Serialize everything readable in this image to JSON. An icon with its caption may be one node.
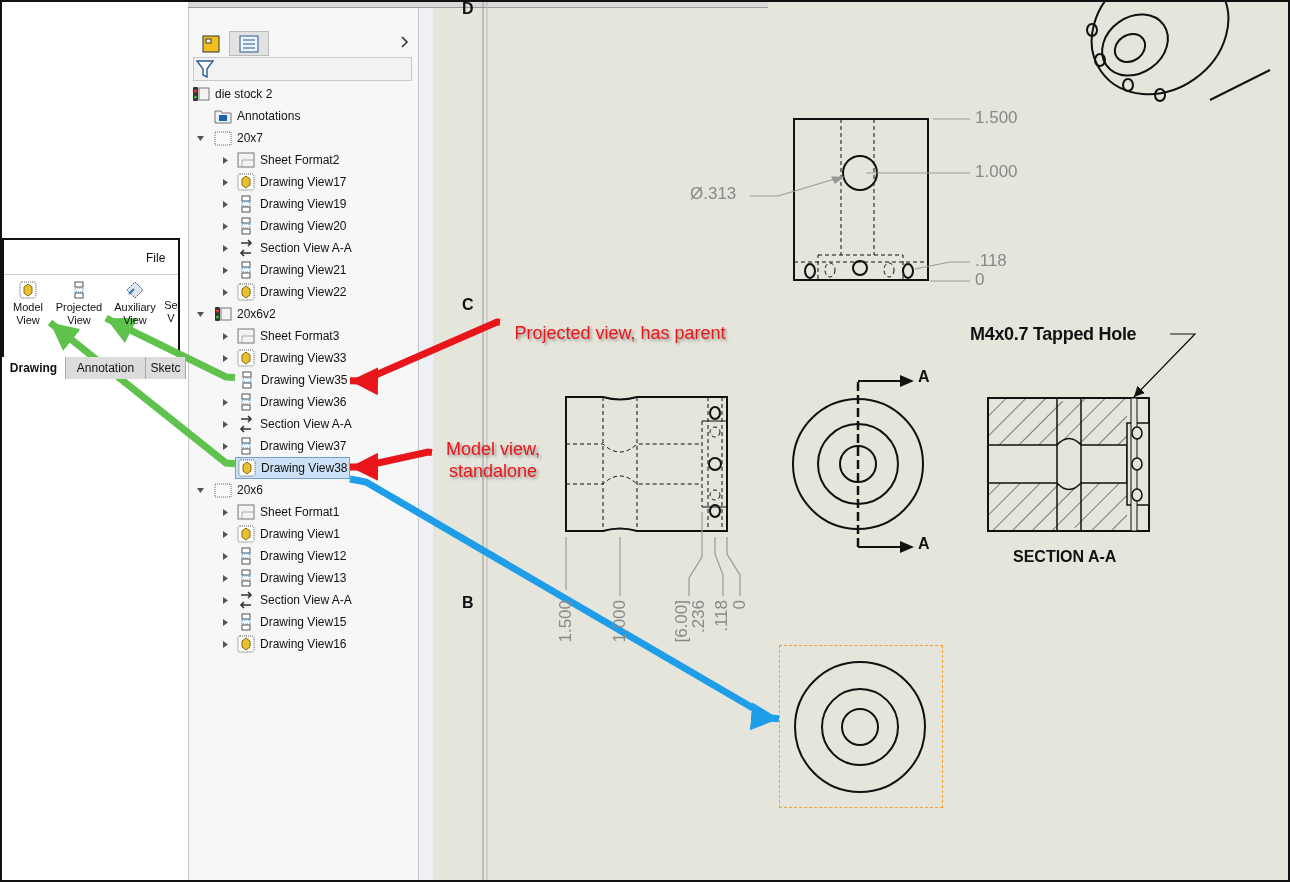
{
  "diagram": {
    "nodes": [
      {
        "text": [
          "Model View"
        ]
      },
      {
        "text": [
          "Projected View"
        ]
      },
      {
        "text": [
          "Drawing View35"
        ]
      },
      {
        "text": [
          "Drawing View38"
        ]
      },
      {
        "text": [
          "Projected view, has parent"
        ]
      },
      {
        "text": [
          "Model view, standalone"
        ]
      },
      {
        "text": [],
        "shape": "picture"
      },
      {
        "text": [
          "M4x0.7 Tapped Hole"
        ]
      },
      {
        "text": [],
        "shape": "picture"
      }
    ],
    "edges": [
      {
        "from": 4,
        "to": 2,
        "arrow": "to",
        "color": "#e8161b"
      },
      {
        "from": 5,
        "to": 3,
        "arrow": "to",
        "color": "#e8161b"
      },
      {
        "from": 2,
        "to": 1,
        "arrow": "to",
        "color": "#5fc24c"
      },
      {
        "from": 3,
        "to": 0,
        "arrow": "to",
        "color": "#5fc24c"
      },
      {
        "from": 3,
        "to": 6,
        "arrow": "to",
        "color": "#1e9ee8"
      },
      {
        "from": 7,
        "to": 8,
        "arrow": "to",
        "color": "#111111"
      }
    ],
    "labels": [
      "File",
      "Auxiliary View",
      "Se V",
      "Drawing",
      "Annotation",
      "Sketc",
      "die stock 2",
      "Annotations",
      "20x7",
      "Sheet Format2",
      "Drawing View17",
      "Drawing View19",
      "Drawing View20",
      "Section View A-A",
      "Drawing View21",
      "Drawing View22",
      "20x6v2",
      "Sheet Format3",
      "Drawing View33",
      "Drawing View36",
      "Section View A-A",
      "Drawing View37",
      "20x6",
      "Sheet Format1",
      "Drawing View1",
      "Drawing View12",
      "Drawing View13",
      "Section View A-A",
      "Drawing View15",
      "Drawing View16",
      "D",
      "C",
      "B",
      "1.500",
      "1.000",
      "Ø.313",
      ".118",
      "0",
      "A",
      "A",
      "SECTION A-A",
      "1.500",
      "1.000",
      "[6.00]",
      ".236",
      ".118",
      "0"
    ]
  }
}
